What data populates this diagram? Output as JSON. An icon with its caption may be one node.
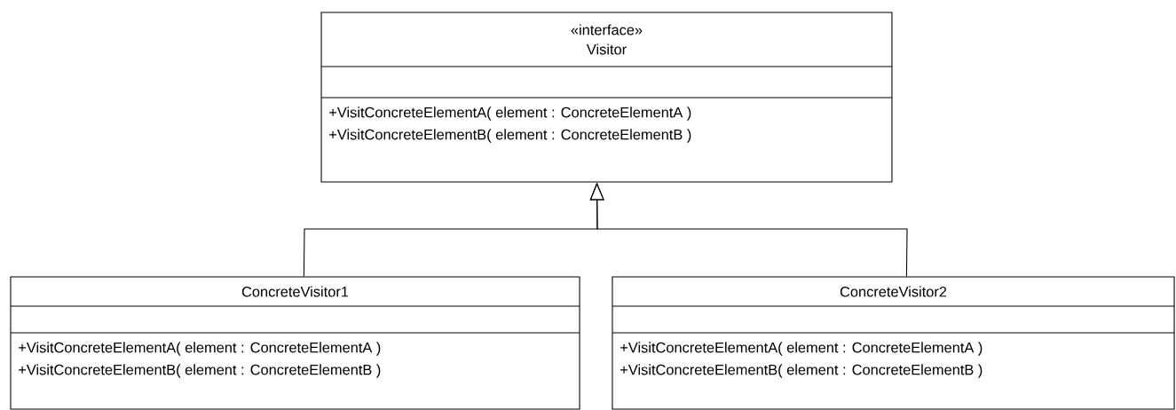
{
  "diagram": {
    "nodes": [
      {
        "text": [
          "«interface»",
          "Visitor",
          "+VisitConcreteElementA( element : ConcreteElementA )",
          "+VisitConcreteElementB( element : ConcreteElementB )"
        ]
      },
      {
        "text": [
          "ConcreteVisitor1",
          "+VisitConcreteElementA( element : ConcreteElementA )",
          "+VisitConcreteElementB( element : ConcreteElementB )"
        ]
      },
      {
        "text": [
          "ConcreteVisitor2",
          "+VisitConcreteElementA( element : ConcreteElementA )",
          "+VisitConcreteElementB( element : ConcreteElementB )"
        ]
      }
    ],
    "edges": [
      {
        "from": 1,
        "to": 0,
        "arrow": "to"
      },
      {
        "from": 2,
        "to": 0,
        "arrow": "to"
      }
    ]
  }
}
